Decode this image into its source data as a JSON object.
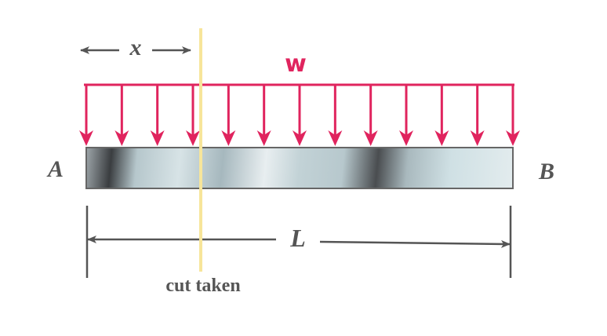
{
  "labels": {
    "load": "w",
    "end_left": "A",
    "end_right": "B",
    "length": "L",
    "position": "x",
    "cut": "cut taken"
  },
  "colors": {
    "load": "#e0245e",
    "cut_line": "#f7e59a",
    "dimension": "#555555",
    "beam_outline": "#666666"
  },
  "load": {
    "type": "uniformly distributed",
    "arrow_count": 13
  }
}
